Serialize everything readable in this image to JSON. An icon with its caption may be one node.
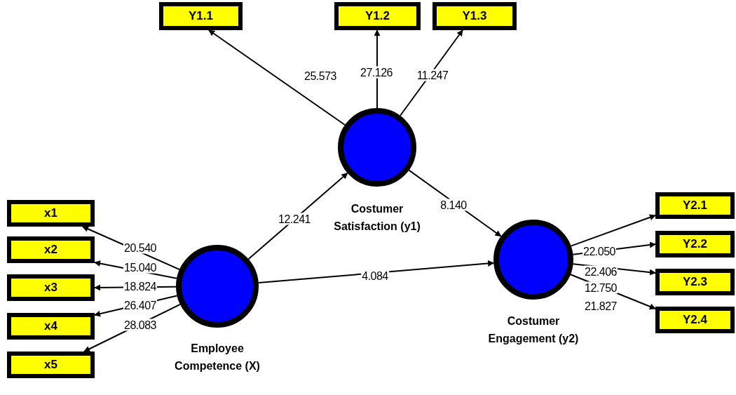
{
  "diagram": {
    "nodes": [
      {
        "text": [
          "Y1.1"
        ]
      },
      {
        "text": [
          "Y1.2"
        ]
      },
      {
        "text": [
          "Y1.3"
        ]
      },
      {
        "text": [
          "Costumer Satisfaction (y1)"
        ]
      },
      {
        "text": [
          "x1"
        ]
      },
      {
        "text": [
          "x2"
        ]
      },
      {
        "text": [
          "x3"
        ]
      },
      {
        "text": [
          "x4"
        ]
      },
      {
        "text": [
          "x5"
        ]
      },
      {
        "text": [
          "Y2.1"
        ]
      },
      {
        "text": [
          "Y2.2"
        ]
      },
      {
        "text": [
          "Y2.3"
        ]
      },
      {
        "text": [
          "Y2.4"
        ]
      },
      {
        "text": [
          "Costumer Engagement (y2)"
        ]
      },
      {
        "text": [
          "Employee Competence (X)"
        ]
      }
    ],
    "edges": [
      {
        "from": 3,
        "to": 0,
        "arrow": "to",
        "label": "25.573"
      },
      {
        "from": 3,
        "to": 1,
        "arrow": "to",
        "label": "27.126"
      },
      {
        "from": 3,
        "to": 2,
        "arrow": "to",
        "label": "11.247"
      },
      {
        "from": 14,
        "to": 4,
        "arrow": "to",
        "label": "20.540"
      },
      {
        "from": 14,
        "to": 5,
        "arrow": "to",
        "label": "15.040"
      },
      {
        "from": 14,
        "to": 6,
        "arrow": "to",
        "label": "18.824"
      },
      {
        "from": 14,
        "to": 7,
        "arrow": "to",
        "label": "26.407"
      },
      {
        "from": 14,
        "to": 8,
        "arrow": "to",
        "label": "28.083"
      },
      {
        "from": 13,
        "to": 9,
        "arrow": "to",
        "label": "22.050"
      },
      {
        "from": 13,
        "to": 10,
        "arrow": "to",
        "label": "22.406"
      },
      {
        "from": 13,
        "to": 11,
        "arrow": "to",
        "label": "12.750"
      },
      {
        "from": 13,
        "to": 12,
        "arrow": "to",
        "label": "21.827"
      },
      {
        "from": 14,
        "to": 3,
        "arrow": "to",
        "label": "12.241"
      },
      {
        "from": 3,
        "to": 13,
        "arrow": "to",
        "label": "8.140"
      },
      {
        "from": 14,
        "to": 13,
        "arrow": "to",
        "label": "4.084"
      }
    ]
  }
}
